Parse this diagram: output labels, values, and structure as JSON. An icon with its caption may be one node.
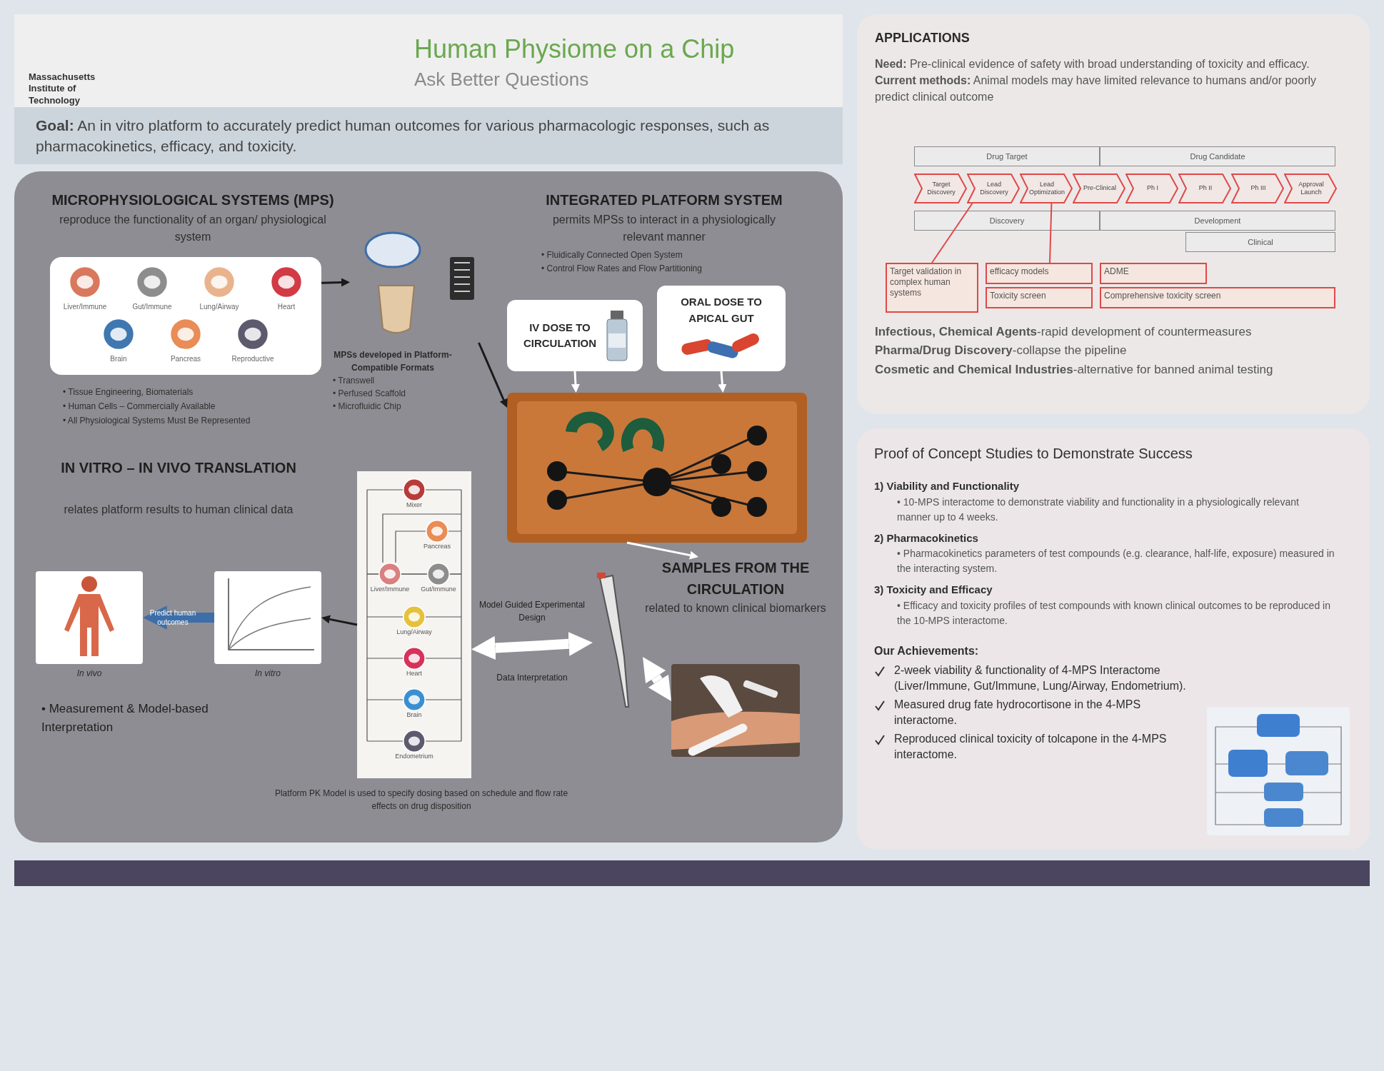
{
  "diagram": {
    "nodes": [
      {
        "text": [],
        "shape": "box"
      },
      {
        "text": [
          "Liver/Immune",
          "Gut/Immune",
          "Lung/Airway",
          "Heart",
          "Brain",
          "Pancreas",
          "Reproductive"
        ],
        "in": 0
      },
      {
        "text": [],
        "shape": "picture",
        "in": 0,
        "beside": [
          "MPSs developed in Platform-Compatible Formats",
          "• Transwell",
          "• Perfused Scaffold",
          "• Microfluidic Chip"
        ]
      },
      {
        "text": [
          "IV DOSE TO CIRCULATION"
        ],
        "in": 0
      },
      {
        "text": [
          "ORAL DOSE TO APICAL GUT"
        ],
        "in": 0
      },
      {
        "text": [],
        "shape": "picture",
        "in": 0
      },
      {
        "text": [
          "SAMPLES FROM THE CIRCULATION",
          "related to known clinical biomarkers"
        ],
        "in": 0
      },
      {
        "text": [],
        "shape": "picture",
        "in": 0
      },
      {
        "text": [],
        "shape": "picture",
        "in": 0
      },
      {
        "text": [
          "Mixer",
          "Pancreas",
          "Liver/Immune",
          "Gut/Immune",
          "Lung/Airway",
          "Heart",
          "Brain",
          "Endometrium"
        ],
        "in": 0,
        "beside": [
          "Platform PK Model is used to specify dosing based on schedule and flow rate effects on drug disposition"
        ]
      },
      {
        "text": [],
        "shape": "picture",
        "in": 0,
        "beside": [
          "In vitro"
        ]
      },
      {
        "text": [],
        "shape": "picture",
        "in": 0,
        "beside": [
          "In vivo"
        ]
      },
      {
        "text": [
          "APPLICATIONS",
          "**Need:** Pre-clinical evidence of safety with broad understanding of toxicity and efficacy.",
          "**Current methods:** Animal models may have limited relevance to humans and/or poorly predict clinical outcome",
          "**Infectious, Chemical Agents**-rapid development of countermeasures",
          "**Pharma/Drug Discovery**-collapse the pipeline",
          "**Cosmetic and Chemical Industries**-alternative for banned animal testing"
        ]
      },
      {
        "text": [
          "Drug Target"
        ],
        "in": 12
      },
      {
        "text": [
          "Drug Candidate"
        ],
        "in": 12
      },
      {
        "text": [
          "Target Discovery"
        ],
        "in": 12
      },
      {
        "text": [
          "Lead Discovery"
        ],
        "in": 12
      },
      {
        "text": [
          "Lead Optimization"
        ],
        "in": 12
      },
      {
        "text": [
          "Pre-Clinical"
        ],
        "in": 12
      },
      {
        "text": [
          "Ph I"
        ],
        "in": 12
      },
      {
        "text": [
          "Ph II"
        ],
        "in": 12
      },
      {
        "text": [
          "Ph III"
        ],
        "in": 12
      },
      {
        "text": [
          "Approval Launch"
        ],
        "in": 12
      },
      {
        "text": [
          "Discovery"
        ],
        "in": 12
      },
      {
        "text": [
          "Development"
        ],
        "in": 12
      },
      {
        "text": [
          "Clinical"
        ],
        "in": 12
      },
      {
        "text": [
          "Target validation in complex human systems"
        ],
        "in": 12
      },
      {
        "text": [
          "efficacy models"
        ],
        "in": 12
      },
      {
        "text": [
          "Toxicity screen"
        ],
        "in": 12
      },
      {
        "text": [
          "ADME"
        ],
        "in": 12
      },
      {
        "text": [
          "Comprehensive toxicity screen"
        ],
        "in": 12
      },
      {
        "text": [
          "Proof of Concept Studies to Demonstrate Success",
          "1) Viability and Functionality",
          "• 10-MPS interactome to demonstrate viability and functionality in a physiologically relevant manner up to 4 weeks.",
          "2) Pharmacokinetics",
          "• Pharmacokinetics parameters of test compounds (e.g. clearance, half-life, exposure) measured in the interacting system.",
          "3) Toxicity and Efficacy",
          "• Efficacy and toxicity profiles of test compounds with known clinical outcomes to be reproduced in the 10-MPS interactome.",
          "Our Achievements:",
          "2-week viability & functionality of 4-MPS Interactome (Liver/Immune, Gut/Immune, Lung/Airway, Endometrium).",
          "Measured drug fate hydrocortisone in the 4-MPS interactome.",
          "Reproduced clinical toxicity of tolcapone in the 4-MPS interactome."
        ]
      },
      {
        "text": [],
        "shape": "picture",
        "in": 31
      }
    ],
    "edges": [
      {
        "from": 1,
        "to": 2,
        "arrow": "to",
        "color": "#1a1a1a"
      },
      {
        "from": 2,
        "to": 5,
        "arrow": "to",
        "color": "#1a1a1a"
      },
      {
        "from": 3,
        "to": 5,
        "arrow": "to"
      },
      {
        "from": 4,
        "to": 5,
        "arrow": "to"
      },
      {
        "from": 5,
        "to": 6,
        "arrow": "to"
      },
      {
        "from": 9,
        "to": 10,
        "arrow": "to",
        "color": "#1a1a1a"
      },
      {
        "from": 10,
        "to": 11,
        "arrow": "to",
        "label": "Predict human outcomes",
        "style": "thick",
        "color": "#3d6ea8"
      },
      {
        "from": 9,
        "to": 7,
        "arrow": "both",
        "style": "thick"
      },
      {
        "from": 7,
        "to": 8,
        "arrow": "both",
        "style": "thick"
      },
      {
        "from": 26,
        "to": 16,
        "arrow": "none",
        "color": "#e04848"
      },
      {
        "from": 27,
        "to": 17,
        "arrow": "none",
        "color": "#e04848"
      }
    ],
    "labels": [
      "Massachusetts Institute of Technology",
      "Human Physiome on a Chip",
      "Ask Better Questions",
      "**Goal:** An in vitro platform to accurately predict human outcomes for various pharmacologic responses, such as pharmacokinetics, efficacy, and toxicity.",
      "MICROPHYSIOLOGICAL SYSTEMS (MPS)",
      "reproduce the functionality of an organ/ physiological system",
      "• Tissue Engineering, Biomaterials",
      "• Human Cells – Commercially Available",
      "• All Physiological Systems Must Be Represented",
      "INTEGRATED PLATFORM SYSTEM",
      "permits MPSs to interact in a physiologically relevant manner",
      "• Fluidically Connected Open System",
      "• Control Flow Rates and Flow Partitioning",
      "IN VITRO – IN VIVO TRANSLATION",
      "relates platform results to human clinical data",
      "• Measurement & Model-based Interpretation",
      "Model Guided Experimental Design",
      "Data Interpretation"
    ]
  }
}
